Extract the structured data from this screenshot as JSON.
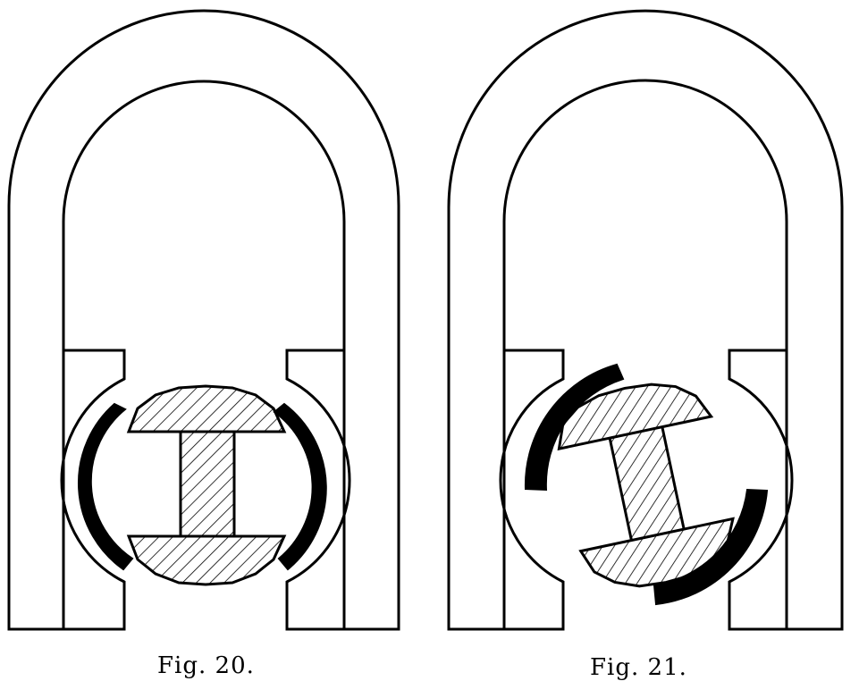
{
  "figures": [
    {
      "id": "fig-20",
      "caption": "Fig. 20.",
      "armature_state": "aligned"
    },
    {
      "id": "fig-21",
      "caption": "Fig. 21.",
      "armature_state": "rotated"
    }
  ],
  "colors": {
    "ink": "#000000",
    "paper": "#ffffff"
  }
}
